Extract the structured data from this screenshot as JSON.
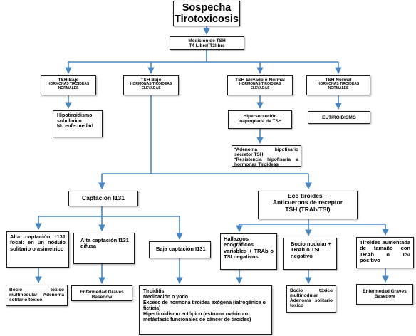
{
  "title": [
    "Sospecha",
    "Tirotoxicosis"
  ],
  "measurement": [
    "Medición de TSH",
    "T4 Libre/ T3libre"
  ],
  "level1": [
    {
      "main": "TSH Bajo",
      "sub": [
        "HORMONAS TIROIDEAS",
        "NORMALES"
      ]
    },
    {
      "main": "TSH Bajo",
      "sub": [
        "HORMONAS TIROIDEAS",
        "ELEVADAS"
      ]
    },
    {
      "main": "TSH Elevado o Normal",
      "sub": [
        "HORMONAS TIROIDEAS",
        "ELEVADAS"
      ]
    },
    {
      "main": "TSH  Normal",
      "sub": [
        "HORMONAS TIROIDEAS",
        "NORMALES"
      ]
    }
  ],
  "hipotiroidismo": [
    "Hipotiroidismo",
    "subclínico",
    "No enfermedad"
  ],
  "hipersecrecion": [
    "Hipersecreción",
    "inapropiada de TSH"
  ],
  "eutiroidismo": "EUTIROIDISMO",
  "adenoma": [
    "*Adenoma hipofisario secretor TSH",
    "*Resistencia hipofisaria a hormonas Tiroideas"
  ],
  "captacion": "Captación I131",
  "eco": [
    "Eco tiroides +",
    "Anticuerpos de receptor",
    "TSH (TRAb/TSI)"
  ],
  "level3": {
    "alta_focal": "Alta captación I131 focal: en un nódulo solitario o asimétrico",
    "alta_difusa": [
      "Alta captación I131",
      "difusa"
    ],
    "baja": "Baja captación I131",
    "hallazgos": "Hallazgos ecográficos variables + TRAb o TSI negativos",
    "bocio_nodular": "Bocio nodular + TRAb o TSI negativo",
    "tiroides_aumentada": "Tiroides aumentada de tamaño con TRAb o TSI positivo"
  },
  "level4": {
    "bocio_multinodular": "Bocio tóxico multinodular Adenoma solitario tóxico",
    "graves_1": [
      "Enfermedad Graves",
      "Basedow"
    ],
    "tiroiditis": [
      "Tiroiditis",
      "Medicación o yodo",
      "Exceso de hormona tiroidea exógena (iatrogénica o ficticia)",
      "Hipertiroidismo ectópico (estruma ovárico o metástasis funcionales de cáncer de tiroides)"
    ],
    "bocio_adenoma": "Bocio tóxico multinodular Adenoma solitario tóxico",
    "graves_2": [
      "Enfermedad Graves",
      "Basedow"
    ]
  },
  "colors": {
    "arrow": "#4a86c0",
    "border": "#1a1a1a",
    "background": "#ffffff"
  }
}
